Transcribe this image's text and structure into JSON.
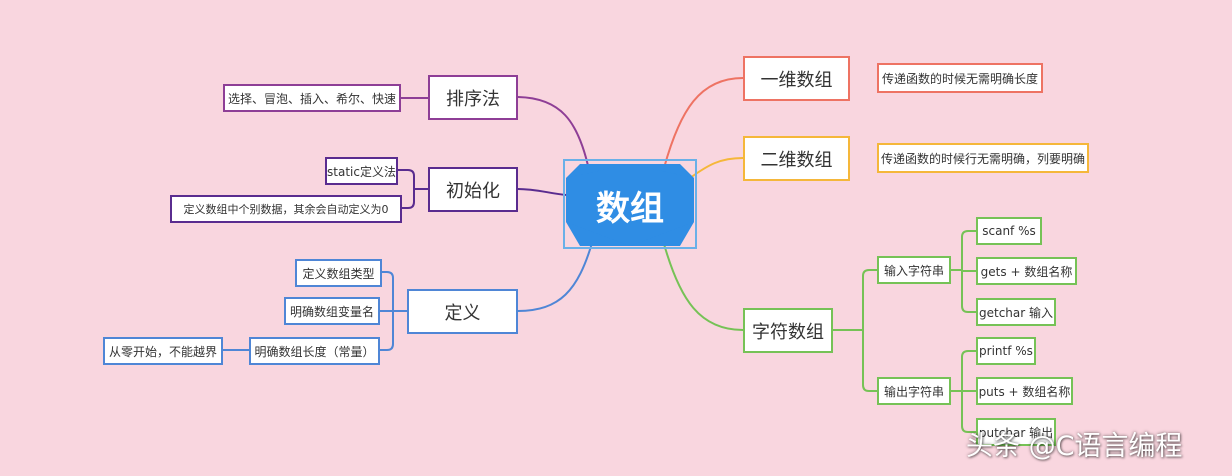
{
  "center": {
    "label": "数组",
    "color": "#2f8de4"
  },
  "branches": {
    "sort": {
      "label": "排序法",
      "color": "#8e3e96",
      "children": [
        "选择、冒泡、插入、希尔、快速"
      ]
    },
    "init": {
      "label": "初始化",
      "color": "#5a2c8f",
      "children": [
        "static定义法",
        "定义数组中个别数据，其余会自动定义为0"
      ]
    },
    "define": {
      "label": "定义",
      "color": "#4f86d6",
      "children": [
        "定义数组类型",
        "明确数组变量名",
        "明确数组长度（常量）"
      ],
      "grandchild": "从零开始，不能越界"
    },
    "one_dim": {
      "label": "一维数组",
      "color": "#ee7363",
      "note": "传递函数的时候无需明确长度"
    },
    "two_dim": {
      "label": "二维数组",
      "color": "#f5b73a",
      "note": "传递函数的时候行无需明确，列要明确"
    },
    "char_array": {
      "label": "字符数组",
      "color": "#76c256",
      "input": {
        "label": "输入字符串",
        "items": [
          "scanf  %s",
          "gets + 数组名称",
          "getchar 输入"
        ]
      },
      "output": {
        "label": "输出字符串",
        "items": [
          "printf %s",
          "puts + 数组名称",
          "putchar 输出"
        ]
      }
    }
  },
  "watermark": "头条 @C语言编程"
}
